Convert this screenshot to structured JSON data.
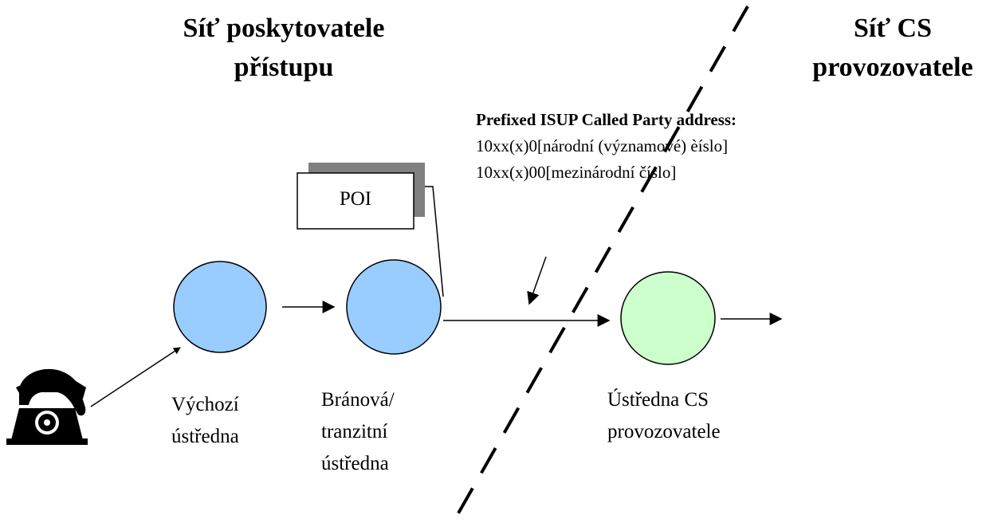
{
  "titles": {
    "access_provider_line1": "Síť poskytovatele",
    "access_provider_line2": "přístupu",
    "cs_operator_line1": "Síť CS",
    "cs_operator_line2": "provozovatele"
  },
  "address_note": {
    "heading": "Prefixed  ISUP Called Party address:",
    "line1": "10xx(x)0[národní (významové) èíslo]",
    "line2": "10xx(x)00[mezinárodní číslo]"
  },
  "poi_label": "POI",
  "nodes": {
    "origin": {
      "line1": "Výchozí",
      "line2": "ústředna"
    },
    "gateway": {
      "line1": "Bránová/",
      "line2": "tranzitní",
      "line3": "ústředna"
    },
    "cs_exchange": {
      "line1": "Ústředna CS",
      "line2": "provozovatele"
    }
  },
  "colors": {
    "exchange_fill": "#99ccff",
    "cs_exchange_fill": "#ccffcc",
    "poi_shadow": "#808080",
    "line": "#000000"
  },
  "icons": {
    "phone": "telephone-icon"
  }
}
